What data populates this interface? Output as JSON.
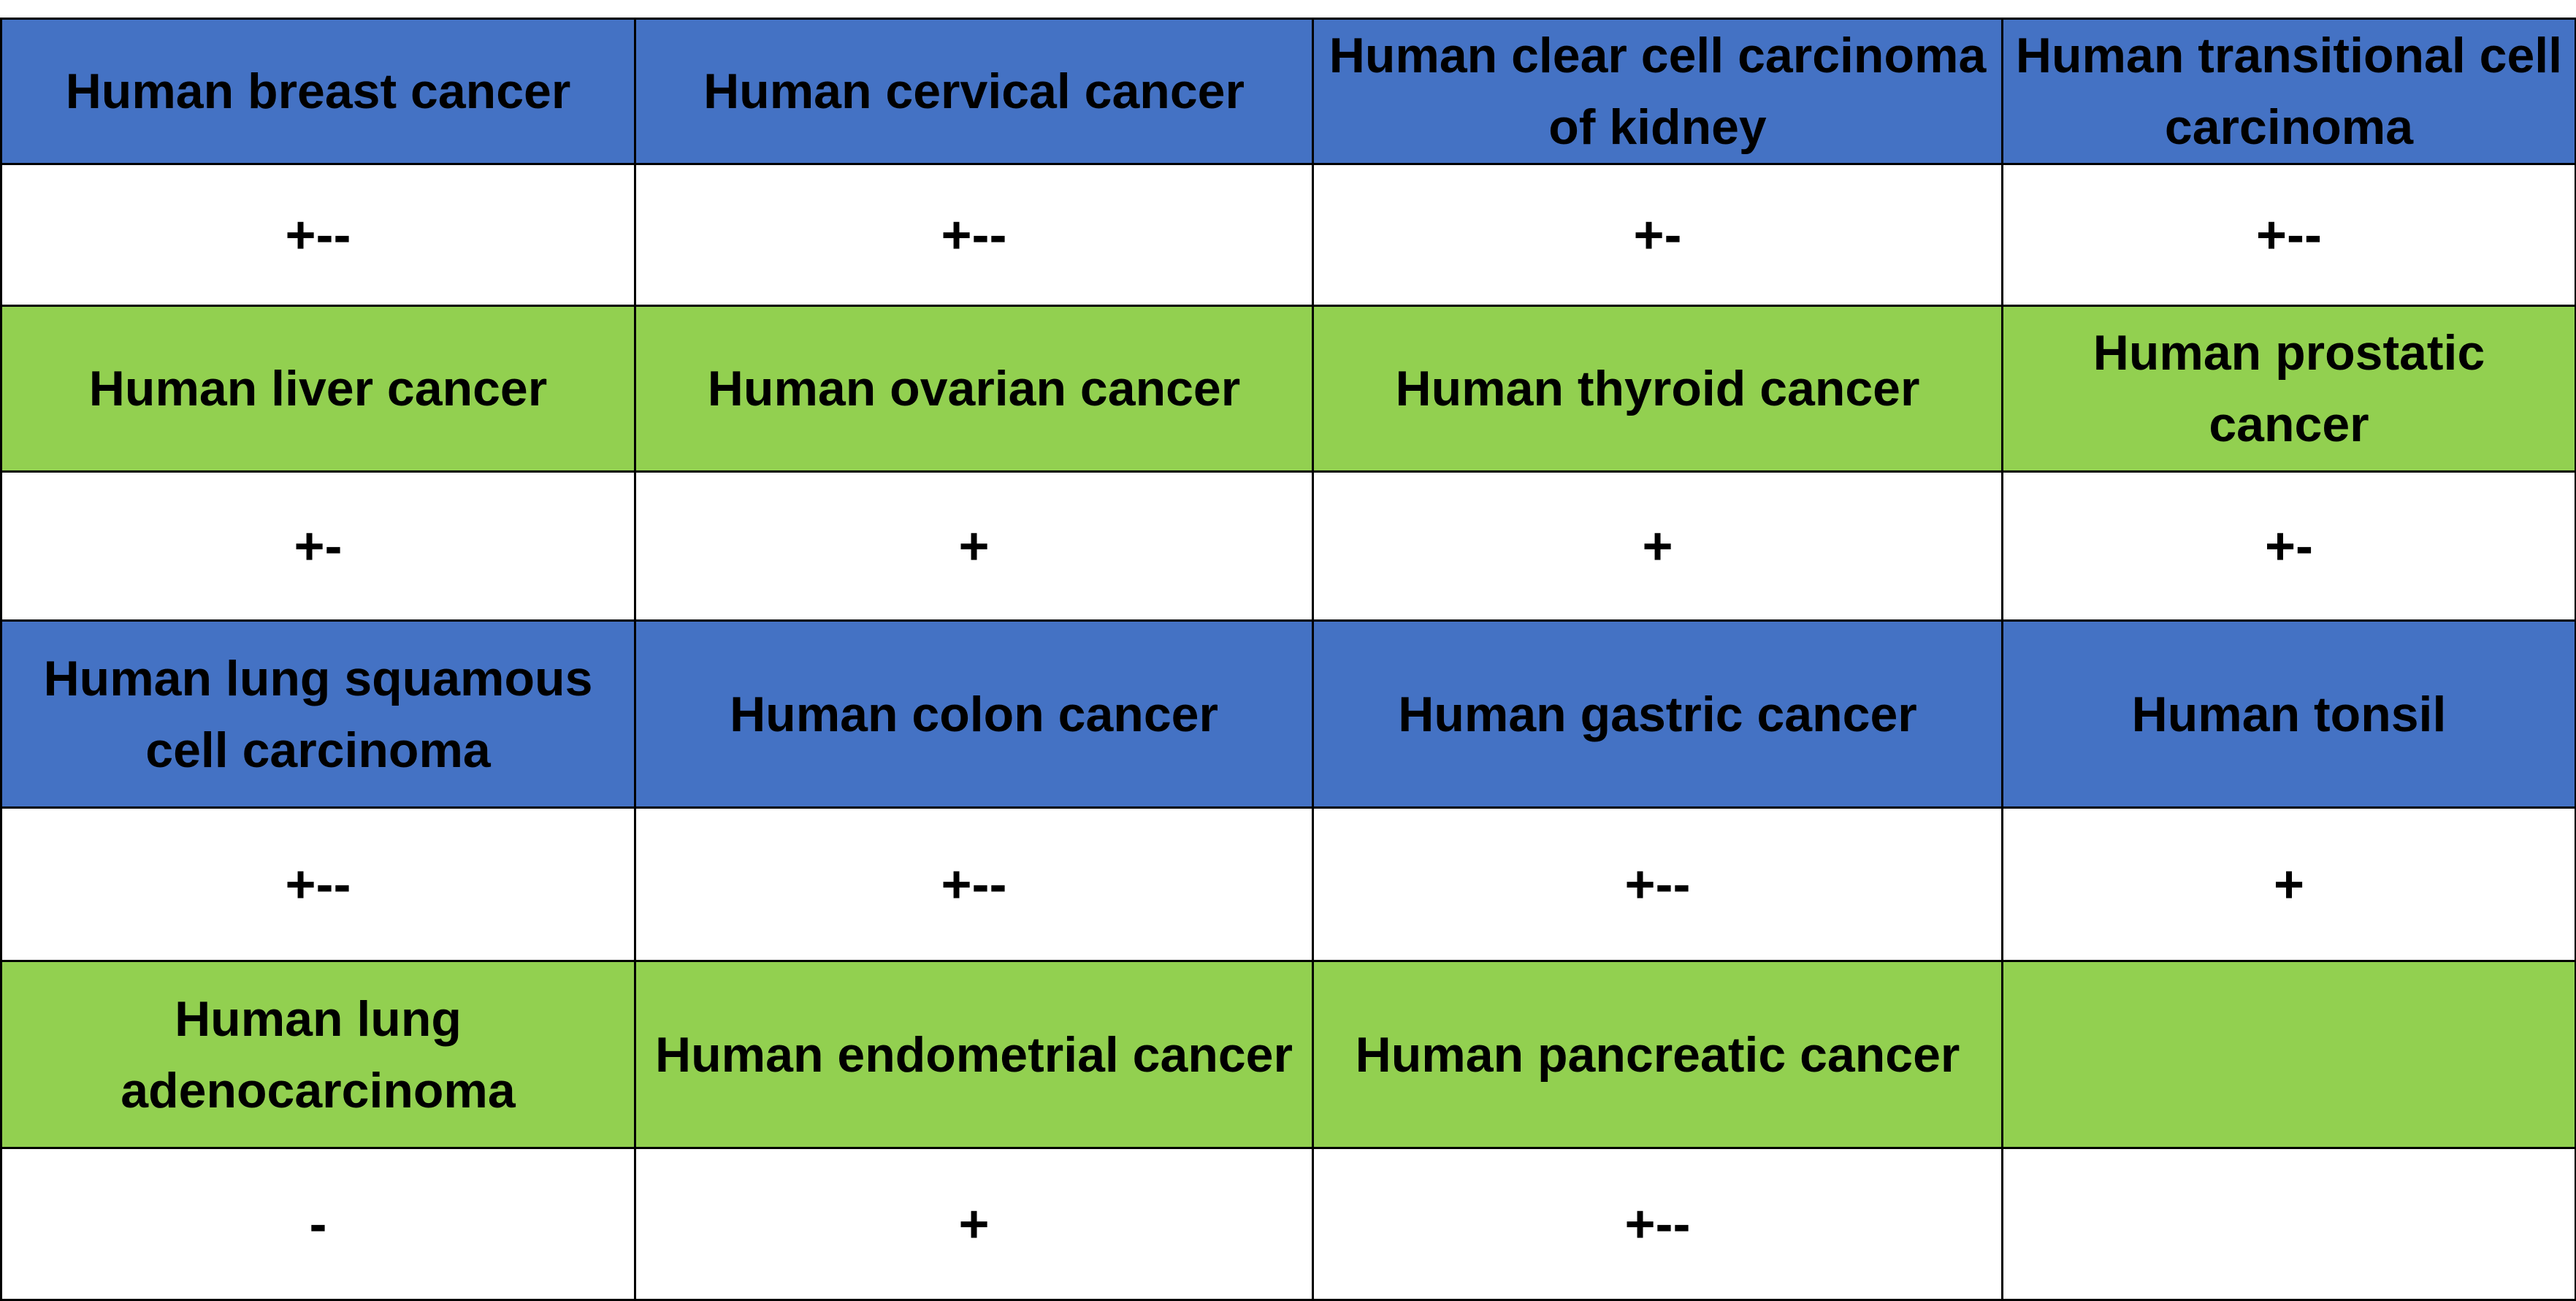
{
  "chart_data": {
    "type": "table",
    "colors": {
      "blue": "#4472C4",
      "green": "#92D050",
      "value_bg": "#FFFFFF",
      "border": "#000000"
    },
    "rows": [
      {
        "color": "blue",
        "cells": [
          {
            "label": "Human breast cancer",
            "value": "+--"
          },
          {
            "label": "Human cervical cancer",
            "value": "+--"
          },
          {
            "label": "Human clear cell carcinoma of kidney",
            "value": "+-"
          },
          {
            "label": "Human transitional cell carcinoma",
            "value": "+--"
          }
        ]
      },
      {
        "color": "green",
        "cells": [
          {
            "label": "Human liver cancer",
            "value": "+-"
          },
          {
            "label": "Human ovarian cancer",
            "value": "+"
          },
          {
            "label": "Human thyroid cancer",
            "value": "+"
          },
          {
            "label": "Human prostatic cancer",
            "value": "+-"
          }
        ]
      },
      {
        "color": "blue",
        "cells": [
          {
            "label": "Human lung squamous cell carcinoma",
            "value": "+--"
          },
          {
            "label": "Human colon cancer",
            "value": "+--"
          },
          {
            "label": "Human gastric cancer",
            "value": "+--"
          },
          {
            "label": "Human tonsil",
            "value": "+"
          }
        ]
      },
      {
        "color": "green",
        "cells": [
          {
            "label": "Human lung adenocarcinoma",
            "value": "-"
          },
          {
            "label": "Human endometrial cancer",
            "value": "+"
          },
          {
            "label": "Human pancreatic cancer",
            "value": "+--"
          },
          {
            "label": "",
            "value": ""
          }
        ]
      }
    ]
  }
}
